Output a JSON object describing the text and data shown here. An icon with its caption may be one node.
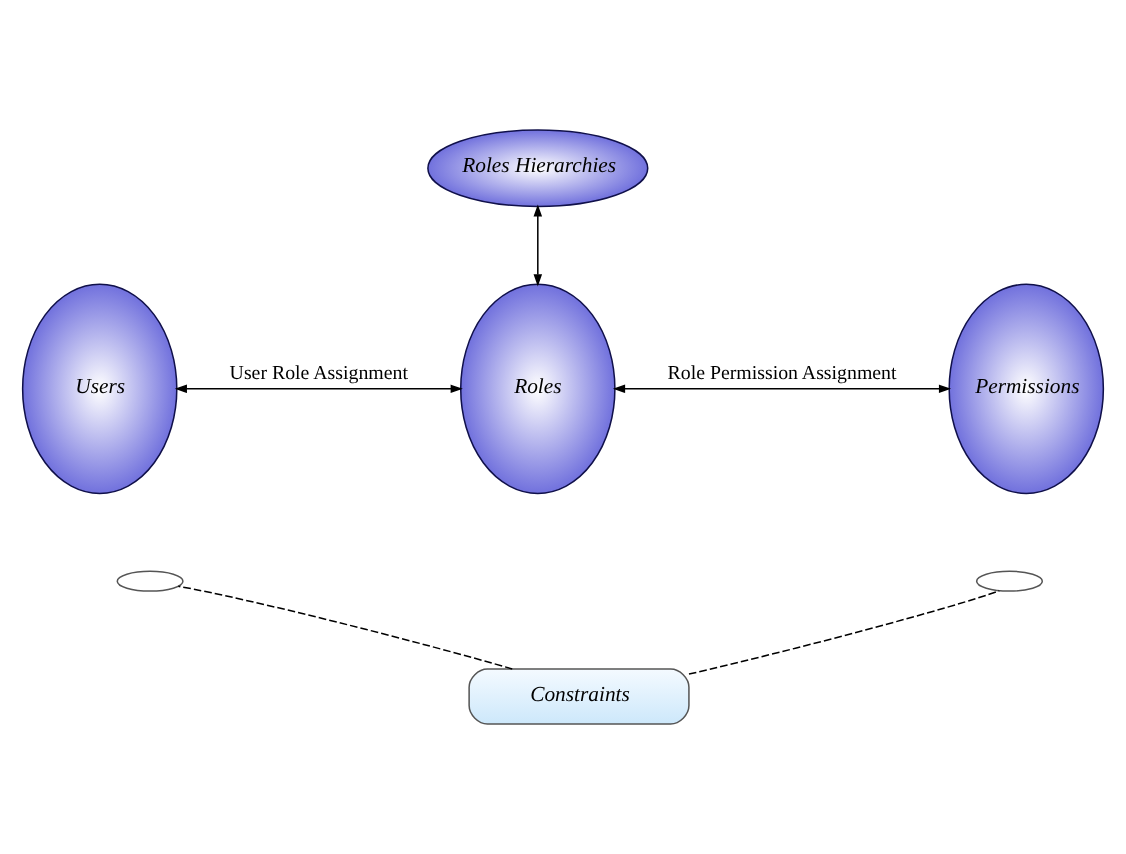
{
  "diagram": {
    "nodes": [
      {
        "text": [
          "Roles Hierarchies"
        ]
      },
      {
        "text": [
          "Users"
        ]
      },
      {
        "text": [
          "Roles"
        ]
      },
      {
        "text": [
          "Permissions"
        ]
      },
      {
        "text": [],
        "shape": "arc"
      },
      {
        "text": [],
        "shape": "arc"
      },
      {
        "text": [
          "Constraints"
        ]
      }
    ],
    "edges": [
      {
        "from": 0,
        "to": 2,
        "arrow": "both"
      },
      {
        "from": 1,
        "to": 2,
        "arrow": "both",
        "label": "User Role Assignment"
      },
      {
        "from": 2,
        "to": 3,
        "arrow": "both",
        "label": "Role Permission Assignment"
      },
      {
        "from": 6,
        "to": 4,
        "arrow": "none",
        "style": "dashed"
      },
      {
        "from": 6,
        "to": 5,
        "arrow": "none",
        "style": "dashed"
      }
    ]
  }
}
